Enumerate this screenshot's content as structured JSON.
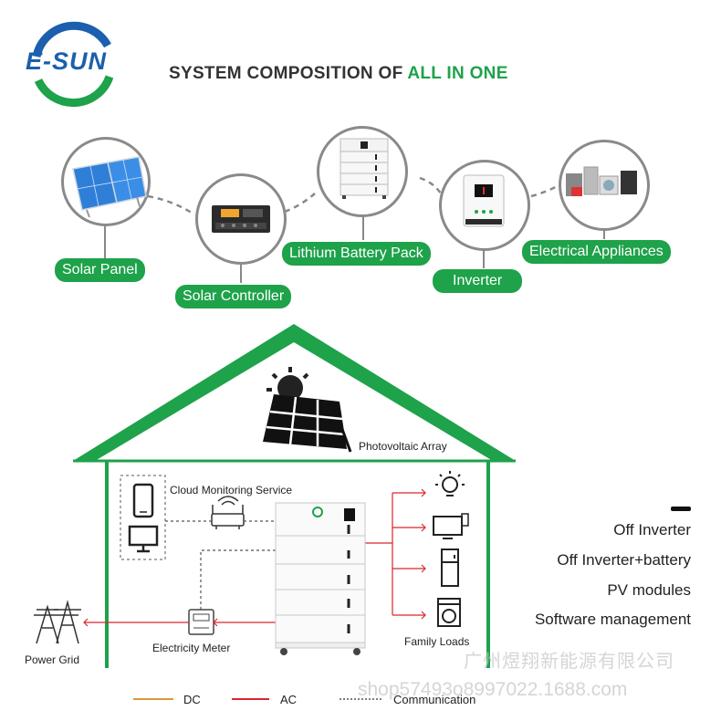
{
  "brand": {
    "logo_text": "E-SUN"
  },
  "header": {
    "title_prefix": "SYSTEM COMPOSITION OF ",
    "title_accent": "ALL IN ONE"
  },
  "components": [
    {
      "id": "solar-panel",
      "label": "Solar Panel"
    },
    {
      "id": "solar-controller",
      "label": "Solar Controller"
    },
    {
      "id": "lithium-battery-pack",
      "label": "Lithium Battery Pack"
    },
    {
      "id": "inverter",
      "label": "Inverter"
    },
    {
      "id": "electrical-appliances",
      "label": "Electrical Appliances"
    }
  ],
  "house": {
    "pv_label": "Photovoltaic Array",
    "cloud_label": "Cloud Monitoring Service",
    "meter_label": "Electricity Meter",
    "loads_label": "Family Loads",
    "grid_label": "Power Grid"
  },
  "features": [
    "Off Inverter",
    "Off Inverter+battery",
    "PV modules",
    "Software management"
  ],
  "legend": {
    "dc": "DC",
    "ac": "AC",
    "comm": "Communication"
  },
  "watermark": {
    "cn": "广州煜翔新能源有限公司",
    "shop": "shop57493o8997022.1688.com"
  },
  "colors": {
    "accent": "#1ea24a",
    "logo_blue": "#1b5fae",
    "ac_line": "#d9262c",
    "dc_line": "#d99a3a"
  }
}
